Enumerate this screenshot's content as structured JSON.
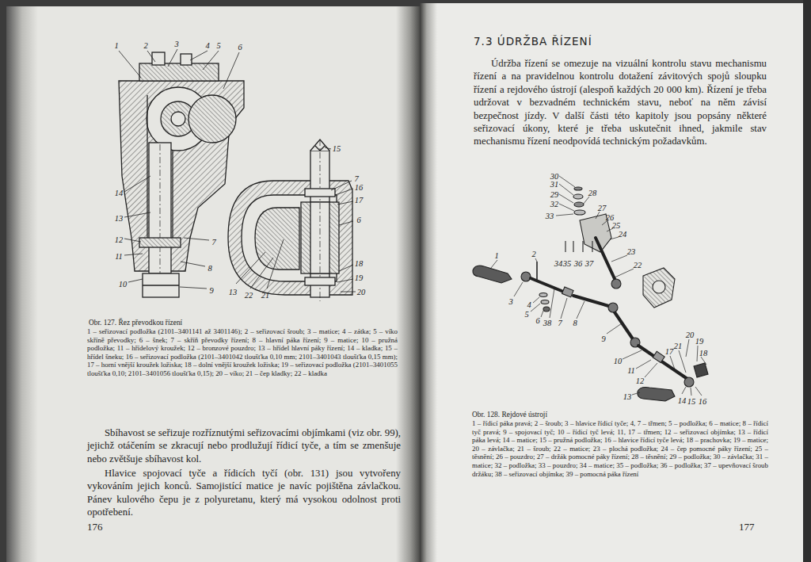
{
  "diagram": {
    "title": "7.3 ÚDRŽBA ŘÍZENÍ",
    "labels": [
      "1",
      "2",
      "3",
      "4",
      "5",
      "6",
      "15",
      "7",
      "16",
      "17",
      "6",
      "18",
      "19",
      "20",
      "14",
      "13",
      "12",
      "11",
      "10",
      "7",
      "8",
      "9",
      "13",
      "22",
      "21",
      "30",
      "31",
      "29",
      "32",
      "28",
      "33",
      "27",
      "26",
      "25",
      "24",
      "23",
      "22",
      "34",
      "35",
      "36",
      "37",
      "1",
      "2",
      "3",
      "4",
      "5",
      "6",
      "38",
      "7",
      "8",
      "9",
      "20",
      "19",
      "18",
      "21",
      "17",
      "10",
      "11",
      "12",
      "13",
      "14",
      "15",
      "16",
      "Obr. 127. Řez převodkou řízení",
      "1 – seřizovací podložka (2101–3401141 až 3401146); 2 – seřizovací šroub; 3 – matice; 4 – zátka; 5 – víko skříně převodky; 6 – šnek; 7 – skříň převodky řízení; 8 – hlavní páka řízení; 9 – matice; 10 – pružná podložka; 11 – hřídelový kroužek; 12 – bronzové pouzdro; 13 – hřídel hlavní páky řízení; 14 – kladka; 15 – hřídel šneku; 16 – seřizovací podložka (2101–3401042 tloušťka 0,10 mm; 2101–3401043 tloušťka 0,15 mm); 17 – horní vnější kroužek ložiska; 18 – dolní vnější kroužek ložiska; 19 – seřizovací podložka (2101–3401055 tloušťka 0,10; 2101–3401056 tloušťka 0,15); 20 – víko; 21 – čep kladky; 22 – kladka",
      "Sbíhavost se seřizuje rozříznutými seřizovacími objímkami (viz obr. 99), jejichž otáčením se zkracují nebo prodlužují řídicí tyče, a tím se zmenšuje nebo zvětšuje sbíhavost kol.",
      "Hlavice spojovací tyče a řídicích tyčí (obr. 131) jsou vytvořeny vykováním jejich konců. Samojistící matice je navíc pojištěna závlačkou. Pánev kulového čepu je z polyuretanu, který má vysokou odolnost proti opotřebení.",
      "176",
      "Obr. 128. Rejdové ústrojí",
      "1 – řídicí páka pravá; 2 – šroub; 3 – hlavice řídicí tyče; 4, 7 – třmen; 5 – podložka; 6 – matice; 8 – řídicí tyč pravá; 9 – spojovací tyč; 10 – řídicí tyč levá; 11, 17 – třmen; 12 – seřizovací objímka; 13 – řídicí páka levá; 14 – matice; 15 – pružná podložka; 16 – hlavice řídicí tyče levá; 18 – prachovka; 19 – matice; 20 – závlačka; 21 – šroub; 22 – matice; 23 – plochá podložka; 24 – čep pomocné páky řízení; 25 – těsnění; 26 – pouzdro; 27 – držák pomocné páky řízení; 28 – těsnění; 29 – podložka; 30 – závlačka; 31 – matice; 32 – podložka; 33 – pouzdro; 34 – matice; 35 – podložka; 36 – podložka; 37 – upevňovací šroub držáku; 38 – seřizovací objímka; 39 – pomocná páka řízení",
      "Údržba řízení se omezuje na vizuální kontrolu stavu mechanismu řízení a na pravidelnou kontrolu dotažení závitových spojů sloupku řízení a rejdového ústrojí (alespoň každých 20 000 km). Řízení je třeba udržovat v bezvadném technickém stavu, neboť na něm závisí bezpečnost jízdy. V další části této kapitoly jsou popsány některé seřizovací úkony, které je třeba uskutečnit ihned, jakmile stav mechanismu řízení neodpovídá technickým požadavkům.",
      "177"
    ]
  }
}
